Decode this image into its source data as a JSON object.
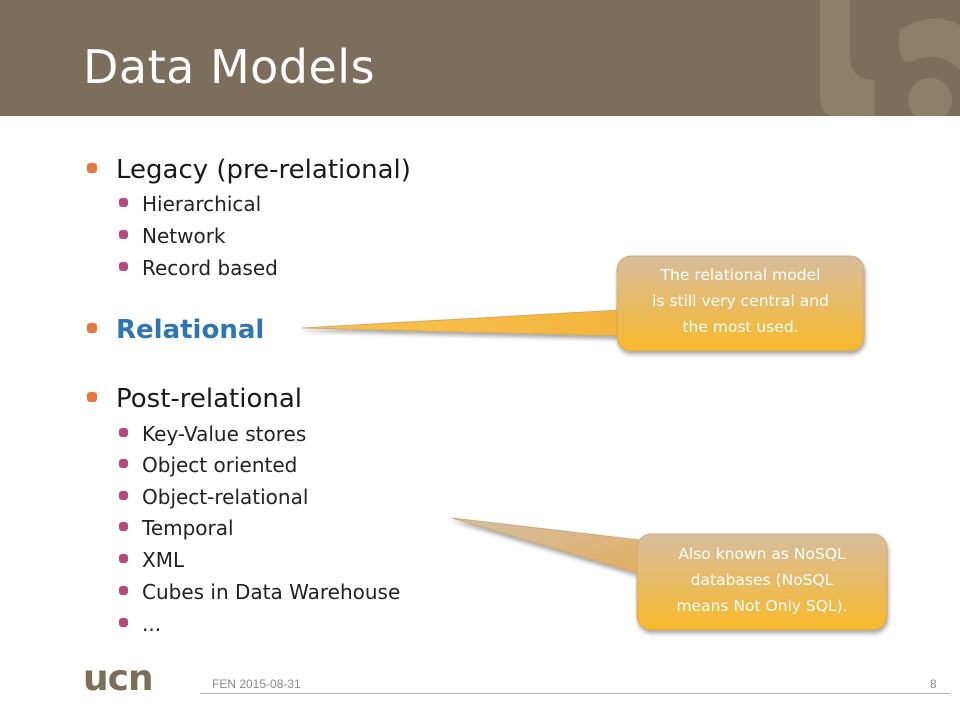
{
  "slide": {
    "title": "Data Models"
  },
  "outline": {
    "legacy": {
      "label": "Legacy (pre-relational)",
      "items": [
        "Hierarchical",
        "Network",
        "Record based"
      ]
    },
    "relational": {
      "label": "Relational"
    },
    "post": {
      "label": "Post-relational",
      "items": [
        "Key-Value stores",
        "Object oriented",
        "Object-relational",
        "Temporal",
        "XML",
        "Cubes in Data Warehouse",
        "..."
      ]
    }
  },
  "callouts": {
    "relational": {
      "lines": [
        "The relational model",
        "is still very central and",
        "the most used."
      ]
    },
    "nosql": {
      "lines": [
        "Also known as NoSQL",
        "databases (NoSQL",
        "means Not Only SQL)."
      ]
    }
  },
  "footer": {
    "logo_text": "ucn",
    "date": "FEN 2015-08-31",
    "page": "8"
  },
  "colors": {
    "header": "#7b6e5a",
    "bullet_level1": "#e9773c",
    "bullet_level2": "#b5497c",
    "highlight": "#2e75b6",
    "callout_top": "#d7bd9e",
    "callout_bottom": "#f9b92a"
  }
}
